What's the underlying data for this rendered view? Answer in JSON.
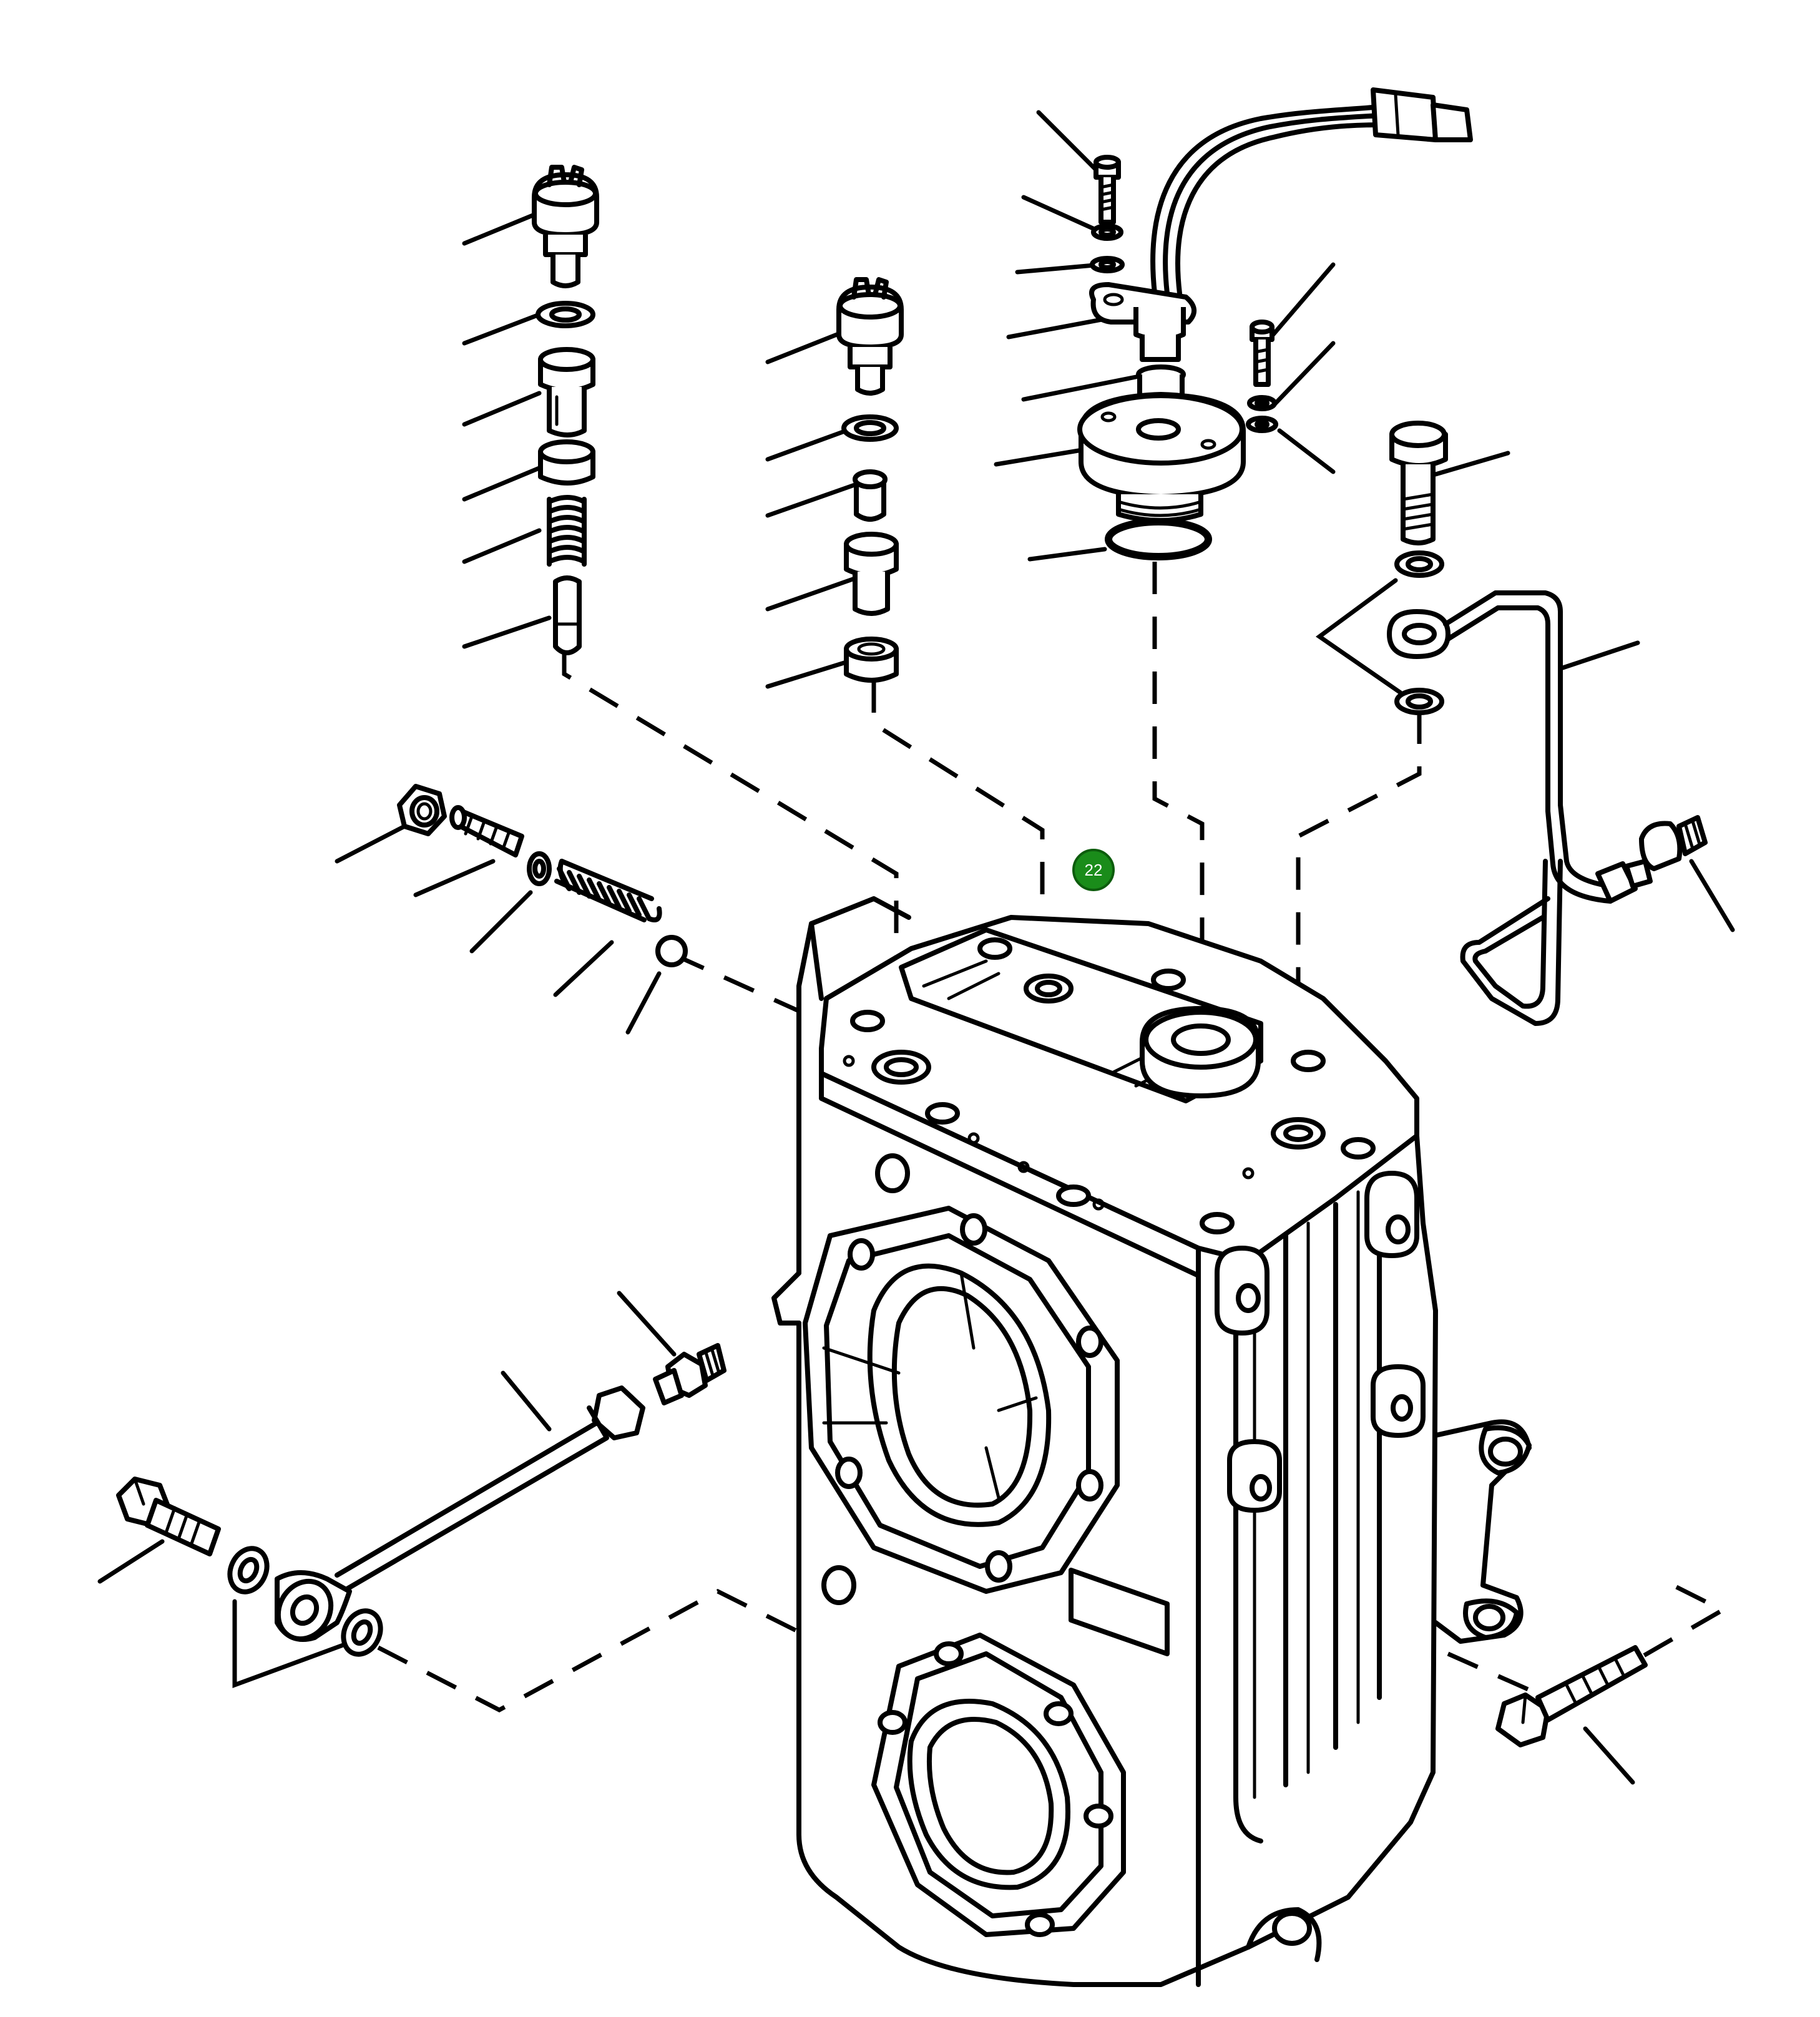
{
  "diagram": {
    "type": "exploded-parts-view",
    "colors": {
      "line": "#000000",
      "background": "#ffffff",
      "callout_fill": "#1a8c1a",
      "callout_stroke": "#0d5c0d",
      "callout_text": "#ffffff"
    },
    "callouts": [
      {
        "label": "22",
        "target": "transmission-housing"
      }
    ],
    "parts": [
      "left-pressure-switch",
      "left-switch-washer",
      "left-adapter",
      "left-nut",
      "left-spring",
      "left-plunger",
      "center-pressure-switch",
      "center-switch-washer",
      "center-plunger",
      "center-adapter",
      "center-nut",
      "speed-sensor-bolt",
      "speed-sensor-lock-washer",
      "speed-sensor-washer",
      "speed-sensor-bracket",
      "speed-sensor-body",
      "sensor-cover",
      "cover-o-ring",
      "cover-bolt",
      "cover-washer",
      "cover-lock-washer",
      "banjo-bolt-right",
      "banjo-washers-right",
      "oil-pipe-right",
      "right-fitting",
      "relief-valve-nut",
      "relief-valve-screw",
      "relief-valve-washer",
      "relief-valve-spring",
      "relief-valve-ball",
      "left-fitting",
      "oil-pipe-left",
      "banjo-bolt-left",
      "banjo-washers-left",
      "transmission-housing",
      "housing-bolt"
    ]
  }
}
